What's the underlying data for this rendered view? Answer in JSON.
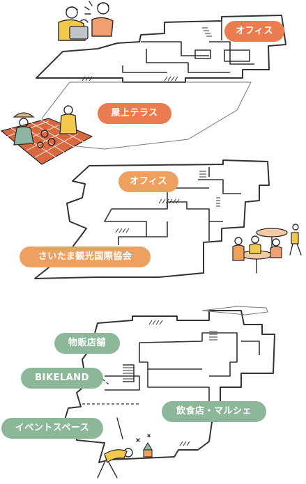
{
  "colors": {
    "orange": "#ea7c4f",
    "light_orange": "#eea061",
    "green": "#8cb899",
    "line": "#333333",
    "picnic_red": "#d9673f",
    "yellow": "#f2c94c"
  },
  "floors": {
    "top": {
      "labels": [
        "オフィス",
        "屋上テラス"
      ]
    },
    "middle": {
      "labels": [
        "オフィス",
        "さいたま観光国際協会"
      ]
    },
    "ground": {
      "labels": [
        "物販店舗",
        "BIKELAND",
        "飲食店・マルシェ",
        "イベントスペース"
      ]
    }
  },
  "icons": [
    "people-laptop-illustration",
    "picnic-illustration",
    "cafe-table-illustration",
    "yoga-illustration"
  ]
}
